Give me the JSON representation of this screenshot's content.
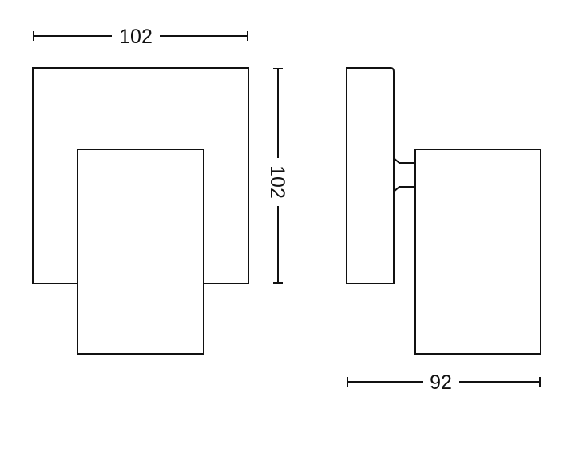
{
  "dimensions": {
    "front_width": "102",
    "front_height": "102",
    "side_depth": "92"
  },
  "colors": {
    "line": "#111111",
    "background": "#ffffff"
  }
}
